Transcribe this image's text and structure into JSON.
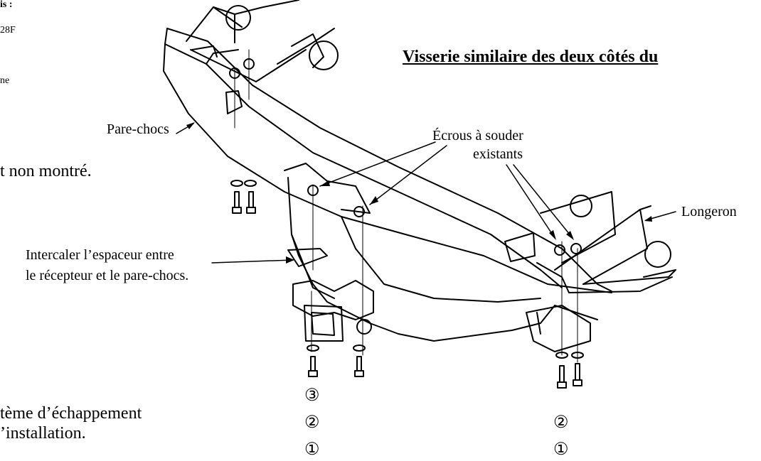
{
  "page": {
    "title": "Visserie similaire des deux côtés du",
    "left_fragments": {
      "line1": "is :",
      "line2": "28F",
      "line3": "ne"
    },
    "left_text": {
      "not_shown": "t non montré.",
      "exhaust_line1": "tème d’échappement",
      "exhaust_line2": "’installation."
    }
  },
  "labels": {
    "bumper": "Pare-chocs",
    "weld_nuts_line1": "Écrous à souder",
    "weld_nuts_line2": "existants",
    "frame_rail": "Longeron",
    "spacer_line1": "Intercaler l’espaceur entre",
    "spacer_line2": "le récepteur et le pare-chocs."
  },
  "hardware_callouts": {
    "left_stack": [
      "③",
      "②",
      "①"
    ],
    "right_stack": [
      "②",
      "①"
    ]
  }
}
